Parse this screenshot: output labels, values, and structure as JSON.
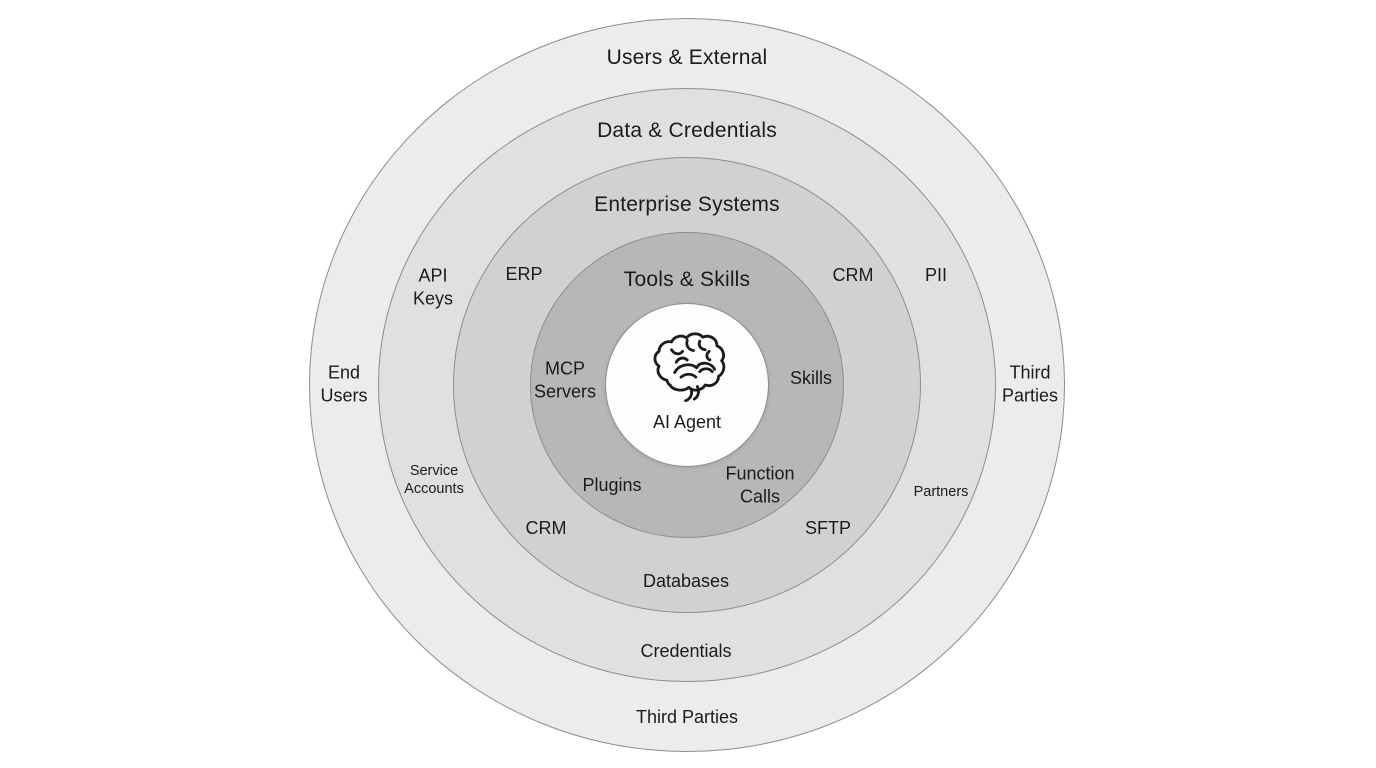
{
  "diagram": {
    "type": "concentric-rings",
    "colors": {
      "background": "#ffffff",
      "ring_stroke": "#8d8d8d",
      "text": "#1b1b1b",
      "icon_stroke": "#1c1c1c"
    },
    "core": {
      "label": "AI Agent",
      "icon": "brain-icon",
      "fill": "#fdfdfd"
    },
    "rings": [
      {
        "title": "Users & External",
        "fill": "#ececec",
        "items": [
          {
            "label": "End\nUsers"
          },
          {
            "label": "Third\nParties"
          },
          {
            "label": "Third Parties"
          }
        ]
      },
      {
        "title": "Data & Credentials",
        "fill": "#e0e0e0",
        "items": [
          {
            "label": "API\nKeys"
          },
          {
            "label": "PII"
          },
          {
            "label": "Service\nAccounts"
          },
          {
            "label": "Partners"
          },
          {
            "label": "Credentials"
          }
        ]
      },
      {
        "title": "Enterprise Systems",
        "fill": "#d1d1d1",
        "items": [
          {
            "label": "ERP"
          },
          {
            "label": "CRM"
          },
          {
            "label": "CRM"
          },
          {
            "label": "SFTP"
          },
          {
            "label": "Databases"
          }
        ]
      },
      {
        "title": "Tools & Skills",
        "fill": "#b7b7b7",
        "items": [
          {
            "label": "MCP\nServers"
          },
          {
            "label": "Skills"
          },
          {
            "label": "Plugins"
          },
          {
            "label": "Function\nCalls"
          }
        ]
      }
    ]
  }
}
